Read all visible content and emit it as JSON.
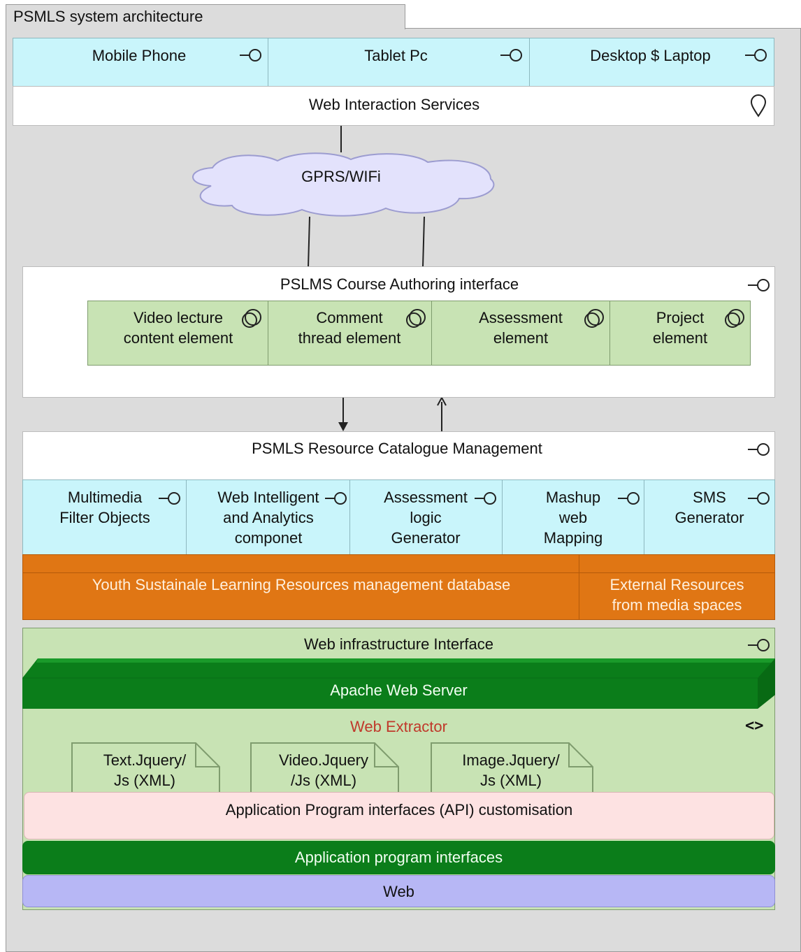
{
  "window_title": "PSMLS system  architecture",
  "devices": [
    {
      "label": "Mobile Phone"
    },
    {
      "label": "Tablet Pc"
    },
    {
      "label": "Desktop $ Laptop"
    }
  ],
  "web_interaction": "Web Interaction Services",
  "network": "GPRS/WIFi",
  "authoring": {
    "title": "PSLMS Course Authoring interface",
    "elements": [
      {
        "line1": "Video lecture",
        "line2": "content element"
      },
      {
        "line1": "Comment",
        "line2": "thread element"
      },
      {
        "line1": "Assessment",
        "line2": "element"
      },
      {
        "line1": "Project",
        "line2": "element"
      }
    ]
  },
  "catalogue": {
    "title": "PSMLS Resource Catalogue Management",
    "services": [
      {
        "line1": "Multimedia",
        "line2": "Filter Objects",
        "line3": ""
      },
      {
        "line1": "Web Intelligent",
        "line2": "and Analytics",
        "line3": "componet"
      },
      {
        "line1": "Assessment",
        "line2": "logic",
        "line3": "Generator"
      },
      {
        "line1": "Mashup",
        "line2": "web",
        "line3": "Mapping"
      },
      {
        "line1": "SMS",
        "line2": "Generator",
        "line3": ""
      }
    ]
  },
  "database": {
    "main": "Youth Sustainale Learning Resources management  database",
    "external_line1": "External Resources",
    "external_line2": "from media spaces"
  },
  "infrastructure": {
    "title": "Web infrastructure Interface",
    "server": "Apache Web Server",
    "extractor": "Web Extractor",
    "artifacts": [
      {
        "line1": "Text.Jquery/",
        "line2": "Js (XML)"
      },
      {
        "line1": "Video.Jquery",
        "line2": "/Js (XML)"
      },
      {
        "line1": "Image.Jquery/",
        "line2": "Js (XML)"
      }
    ],
    "api_custom": "Application Program  interfaces (API) customisation",
    "api": "Application program interfaces",
    "web": "Web"
  },
  "colors": {
    "frame": "#dcdcdc",
    "device_box": "#c9f5fb",
    "element_box": "#c8e3b4",
    "database": "#e07614",
    "server": "#0b7d1a",
    "api_custom": "#fde2e2",
    "web": "#b7b7f5",
    "extractor_text": "#c0392b"
  }
}
